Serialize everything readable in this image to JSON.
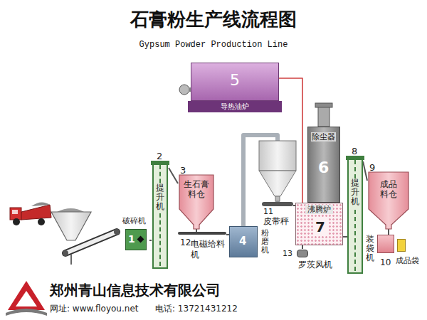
{
  "diagram": {
    "title": "石膏粉生产线流程图",
    "nodes": [
      {
        "text": [
          "破碎机",
          "1"
        ]
      },
      {
        "text": [
          "2",
          "提升机"
        ]
      },
      {
        "text": [
          "3",
          "生石膏料仓"
        ]
      },
      {
        "text": [
          "12",
          "电磁给料机"
        ]
      },
      {
        "text": [
          "4",
          "粉磨机"
        ]
      },
      {
        "text": [
          "5",
          "导热油炉"
        ]
      },
      {
        "text": [
          "11",
          "皮带秤"
        ]
      },
      {
        "text": [
          "除尘器",
          "6"
        ]
      },
      {
        "text": [
          "沸腾炉",
          "7"
        ]
      },
      {
        "text": [
          "13",
          "罗茨风机"
        ]
      },
      {
        "text": [
          "8",
          "提升机"
        ]
      },
      {
        "text": [
          "9",
          "成品料仓"
        ]
      },
      {
        "text": [
          "装袋机",
          "成品袋",
          "10"
        ]
      }
    ],
    "edges": [
      {
        "from": 0,
        "to": 1,
        "arrow": "none"
      },
      {
        "from": 1,
        "to": 2,
        "arrow": "none"
      },
      {
        "from": 2,
        "to": 3,
        "arrow": "none"
      },
      {
        "from": 3,
        "to": 4,
        "arrow": "none"
      },
      {
        "from": 4,
        "to": 6,
        "arrow": "none"
      },
      {
        "from": 5,
        "to": 8,
        "arrow": "none"
      },
      {
        "from": 6,
        "to": 8,
        "arrow": "none"
      },
      {
        "from": 9,
        "to": 8,
        "arrow": "none"
      },
      {
        "from": 8,
        "to": 10,
        "arrow": "none"
      },
      {
        "from": 10,
        "to": 11,
        "arrow": "none"
      },
      {
        "from": 11,
        "to": 12,
        "arrow": "none"
      }
    ],
    "labels": [
      "Gypsum Powder Production Line",
      "郑州青山信息技术有限公司",
      "网址: www.floyou.net",
      "电话: 13721431212"
    ]
  }
}
